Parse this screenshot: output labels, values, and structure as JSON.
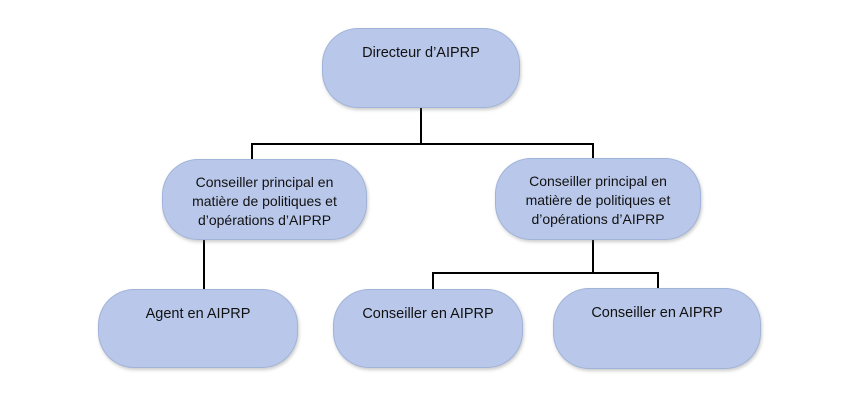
{
  "diagram": {
    "type": "org-chart",
    "language": "fr",
    "colors": {
      "background": "#ffffff",
      "node_fill": "#b9c8ea",
      "node_text": "#111111",
      "connector": "#000000"
    },
    "nodes": {
      "director": {
        "label": "Directeur d’AIPRP",
        "level": 1
      },
      "senior_advisor_left": {
        "label": "Conseiller principal en matière de politiques et d’opérations d’AIPRP",
        "level": 2
      },
      "senior_advisor_right": {
        "label": "Conseiller principal en matière de politiques et d’opérations d’AIPRP",
        "level": 2
      },
      "agent": {
        "label": "Agent en AIPRP",
        "level": 3
      },
      "advisor_1": {
        "label": "Conseiller en AIPRP",
        "level": 3
      },
      "advisor_2": {
        "label": "Conseiller en AIPRP",
        "level": 3
      }
    },
    "hierarchy": {
      "director": [
        "senior_advisor_left",
        "senior_advisor_right"
      ],
      "senior_advisor_left": [
        "agent"
      ],
      "senior_advisor_right": [
        "advisor_1",
        "advisor_2"
      ]
    }
  }
}
